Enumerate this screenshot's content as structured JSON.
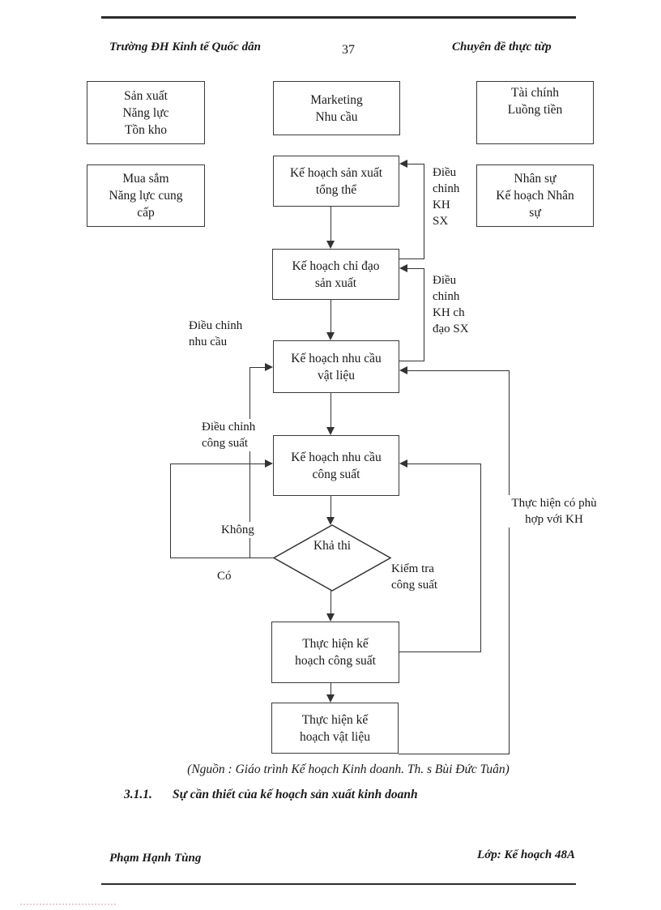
{
  "header": {
    "left": "Trường ĐH Kinh tế Quốc dân",
    "page_number": "37",
    "right": "Chuyên đề thực từp"
  },
  "diagram": {
    "boxes": {
      "san_xuat": "Sản xuất\nNăng lực\nTồn kho",
      "marketing": "Marketing\nNhu cầu",
      "tai_chinh": "Tài chính\nLuồng tiền",
      "mua_sam": "Mua sắm\nNăng lực cung\ncấp",
      "tong_the": "Kế hoạch sản xuất\ntổng thể",
      "nhan_su": "Nhân sự\nKế hoạch Nhân\nsự",
      "chi_dao": "Kế hoạch chỉ đạo\nsản xuất",
      "nhu_cau_vat_lieu": "Kế hoạch nhu cầu\nvật liệu",
      "nhu_cau_cong_suat": "Kế hoạch nhu cầu\ncông suất",
      "thuc_hien_cong_suat": "Thực hiện kế\nhoạch công suất",
      "thuc_hien_vat_lieu": "Thực hiện kế\nhoạch vật liệu"
    },
    "decision": "Khả thi",
    "labels": {
      "dieu_chinh_kh_sx": "Điều\nchỉnh\nKH\nSX",
      "dieu_chinh_kh_chi_dao": "Điều\nchỉnh\nKH ch\nđạo SX",
      "dieu_chinh_nhu_cau": "Điều chỉnh\nnhu cầu",
      "dieu_chinh_cong_suat": "Điều chỉnh\ncông suất",
      "khong": "Không",
      "co": "Có",
      "kiem_tra_cong_suat": "Kiểm tra\ncông suất",
      "thuc_hien_phu_hop": "Thực hiện có phù\nhợp với KH"
    },
    "colors": {
      "line": "#333333",
      "box_border": "#3a3a3a",
      "text": "#1a1a1a"
    }
  },
  "caption": "(Nguồn : Giáo trình Kế hoạch Kinh doanh. Th. s Bùi Đức Tuân)",
  "section": {
    "number": "3.1.1.",
    "title": "Sự cần thiết của kế hoạch sản xuất kinh doanh"
  },
  "footer": {
    "left": "Phạm Hạnh Tùng",
    "right": "Lớp: Kế hoạch 48A"
  }
}
